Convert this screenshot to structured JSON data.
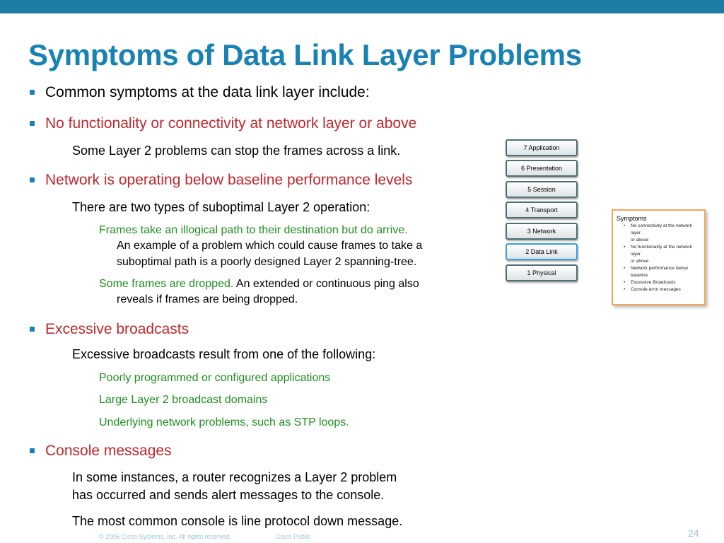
{
  "slide": {
    "title": "Symptoms of Data Link Layer Problems",
    "lines": [
      {
        "level": 1,
        "style": "normal",
        "text": "Common symptoms at the data link layer include:"
      },
      {
        "level": 1,
        "style": "red",
        "text": "No functionality or connectivity at network layer or above"
      },
      {
        "level": 2,
        "text": "Some Layer 2 problems can stop the frames across a link."
      },
      {
        "level": 1,
        "style": "red",
        "text": "Network is operating below baseline performance levels"
      },
      {
        "level": 2,
        "text": "There are two types of suboptimal Layer 2 operation:"
      },
      {
        "level": 3,
        "green": "Frames take an illogical path to their destination but do arrive.",
        "rest": ""
      },
      {
        "level": 3,
        "cont": true,
        "text": "An example of a problem which could cause frames to take a"
      },
      {
        "level": 3,
        "cont": true,
        "text": "suboptimal path is a poorly designed Layer 2 spanning-tree."
      },
      {
        "level": 3,
        "green": "Some frames are dropped.",
        "rest": " An extended or continuous ping also"
      },
      {
        "level": 3,
        "cont": true,
        "text": "reveals if frames are being dropped."
      },
      {
        "level": 1,
        "style": "red",
        "text": "Excessive broadcasts"
      },
      {
        "level": 2,
        "text": "Excessive broadcasts result from one of the following:"
      },
      {
        "level": 3,
        "green": "Poorly programmed or configured applications",
        "rest": ""
      },
      {
        "level": 3,
        "green": "Large Layer 2 broadcast domains",
        "rest": ""
      },
      {
        "level": 3,
        "green": "Underlying network problems, such as STP loops.",
        "rest": ""
      },
      {
        "level": 1,
        "style": "red",
        "text": "Console messages"
      },
      {
        "level": 2,
        "text": "In some instances, a router recognizes a Layer 2 problem"
      },
      {
        "level": 2,
        "text": "has occurred and sends alert messages to the console."
      },
      {
        "level": 2,
        "text": "The most common console is line protocol down message."
      }
    ]
  },
  "osi_layers": [
    {
      "label": "7 Application",
      "active": false
    },
    {
      "label": "6 Presentation",
      "active": false
    },
    {
      "label": "5 Session",
      "active": false
    },
    {
      "label": "4 Transport",
      "active": false
    },
    {
      "label": "3 Network",
      "active": false
    },
    {
      "label": "2 Data Link",
      "active": true
    },
    {
      "label": "1 Physical",
      "active": false
    }
  ],
  "symptoms_box": {
    "title": "Symptoms",
    "items": [
      "No connectivity at the network layer",
      "or above",
      "No functionality at the network layer",
      "or above",
      "Network performance below",
      "baseline",
      "Excessive Broadcasts",
      "Console error messages"
    ]
  },
  "footer": {
    "copyright": "© 2006 Cisco Systems, Inc. All rights reserved.",
    "classification": "Cisco Public",
    "page_number": "24"
  },
  "colors": {
    "title": "#1a82b3",
    "top_bar": "#1d7ba4",
    "red_text": "#c1272d",
    "green_text": "#1f8f1f",
    "symptoms_border": "#f3a55a"
  }
}
